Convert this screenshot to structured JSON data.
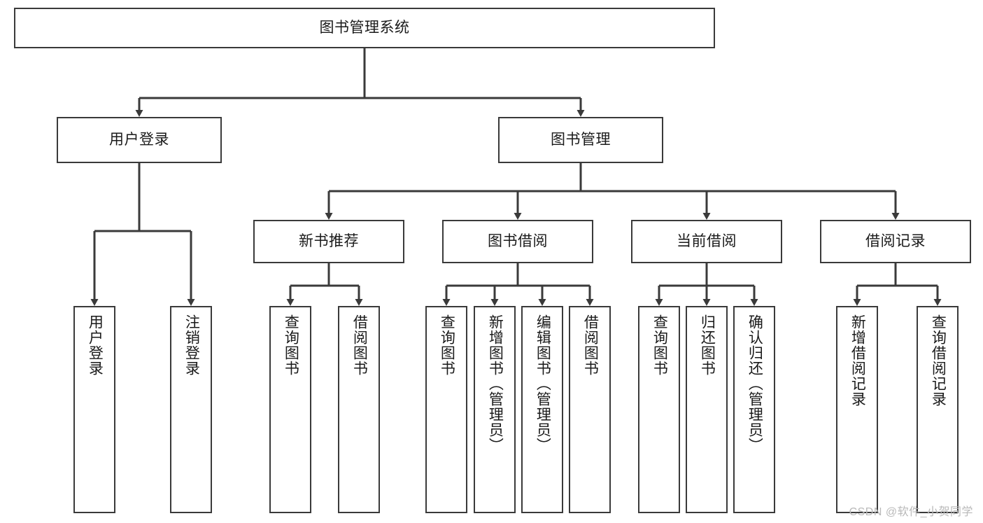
{
  "diagram": {
    "title": "图书管理系统",
    "type": "tree-hierarchy",
    "colors": {
      "box_border": "#3a3a3a",
      "box_fill": "#ffffff",
      "connector": "#3a3a3a",
      "text": "#1a1a1a",
      "watermark": "#b9b9b9",
      "background": "#ffffff"
    }
  },
  "root": {
    "label": "图书管理系统"
  },
  "level2": [
    {
      "label": "用户登录"
    },
    {
      "label": "图书管理"
    }
  ],
  "level3": [
    {
      "label": "新书推荐"
    },
    {
      "label": "图书借阅"
    },
    {
      "label": "当前借阅"
    },
    {
      "label": "借阅记录"
    }
  ],
  "leaves": {
    "user_login": [
      {
        "label": "用户登录"
      },
      {
        "label": "注销登录"
      }
    ],
    "new_book_recommend": [
      {
        "label": "查询图书"
      },
      {
        "label": "借阅图书"
      }
    ],
    "book_borrow": [
      {
        "label": "查询图书"
      },
      {
        "label": "新增图书（管理员）"
      },
      {
        "label": "编辑图书（管理员）"
      },
      {
        "label": "借阅图书"
      }
    ],
    "current_borrow": [
      {
        "label": "查询图书"
      },
      {
        "label": "归还图书"
      },
      {
        "label": "确认归还（管理员）"
      }
    ],
    "borrow_record": [
      {
        "label": "新增借阅记录"
      },
      {
        "label": "查询借阅记录"
      }
    ]
  },
  "watermark": {
    "text": "CSDN @软件_小贺同学"
  }
}
